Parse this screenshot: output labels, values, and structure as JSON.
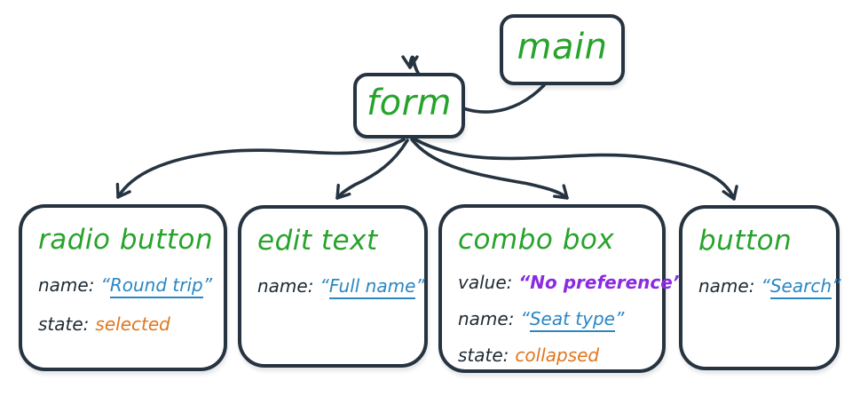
{
  "colors": {
    "ink": "#263340",
    "green": "#27a32b",
    "blue": "#2b87c4",
    "purple": "#8a2be2",
    "orange": "#e0761c",
    "background": "#ffffff"
  },
  "glyphs": {
    "open_quote": "“",
    "close_quote": "”"
  },
  "nodes": {
    "main": {
      "label": "main"
    },
    "form": {
      "label": "form"
    },
    "children": [
      {
        "label": "radio button",
        "rows": [
          {
            "key": "name:",
            "value": "Round trip"
          },
          {
            "key": "state:",
            "value": "selected"
          }
        ]
      },
      {
        "label": "edit text",
        "rows": [
          {
            "key": "name:",
            "value": "Full name"
          }
        ]
      },
      {
        "label": "combo box",
        "rows": [
          {
            "key": "value:",
            "value": "No preference"
          },
          {
            "key": "name:",
            "value": "Seat type"
          },
          {
            "key": "state:",
            "value": "collapsed"
          }
        ]
      },
      {
        "label": "button",
        "rows": [
          {
            "key": "name:",
            "value": "Search"
          }
        ]
      }
    ]
  },
  "edges": [
    {
      "from": "main",
      "to": "form"
    },
    {
      "from": "form",
      "to": "radio button"
    },
    {
      "from": "form",
      "to": "edit text"
    },
    {
      "from": "form",
      "to": "combo box"
    },
    {
      "from": "form",
      "to": "button"
    }
  ]
}
